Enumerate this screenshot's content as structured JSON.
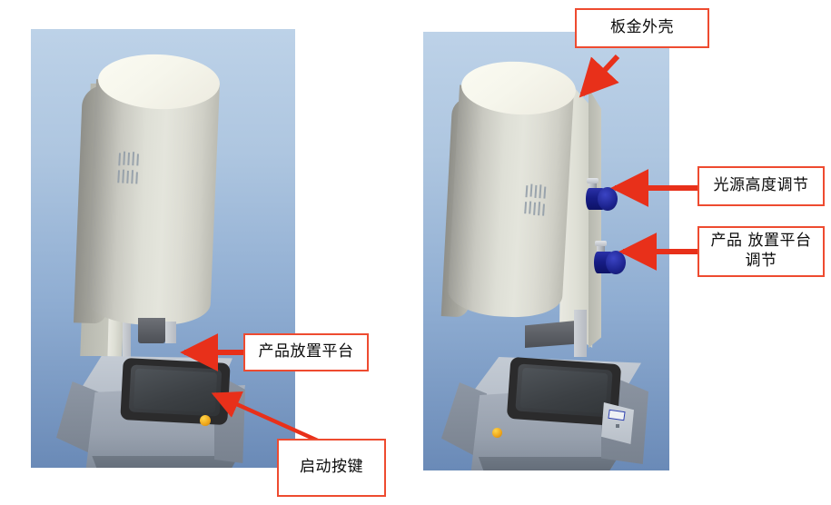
{
  "figure": {
    "panels": [
      {
        "id": "left",
        "name": "machine-front-view"
      },
      {
        "id": "right",
        "name": "machine-angled-view"
      }
    ]
  },
  "callouts": [
    {
      "id": "product-platform",
      "text": "产品放置平台",
      "panel": "left"
    },
    {
      "id": "start-button",
      "text": "启动按键",
      "panel": "left"
    },
    {
      "id": "sheet-metal-housing",
      "text": "板金外壳",
      "panel": "right"
    },
    {
      "id": "light-source-height-adjust",
      "text": "光源高度调节",
      "panel": "right"
    },
    {
      "id": "platform-adjust",
      "text": "产品 放置平台\n调节",
      "panel": "right"
    }
  ],
  "colors": {
    "callout_border": "#ee4b30",
    "arrow": "#e8301a",
    "background_top": "#bdd2e8",
    "background_bottom": "#6a8ab7",
    "knob": "#171d86",
    "start_button": "#f0a81c"
  }
}
